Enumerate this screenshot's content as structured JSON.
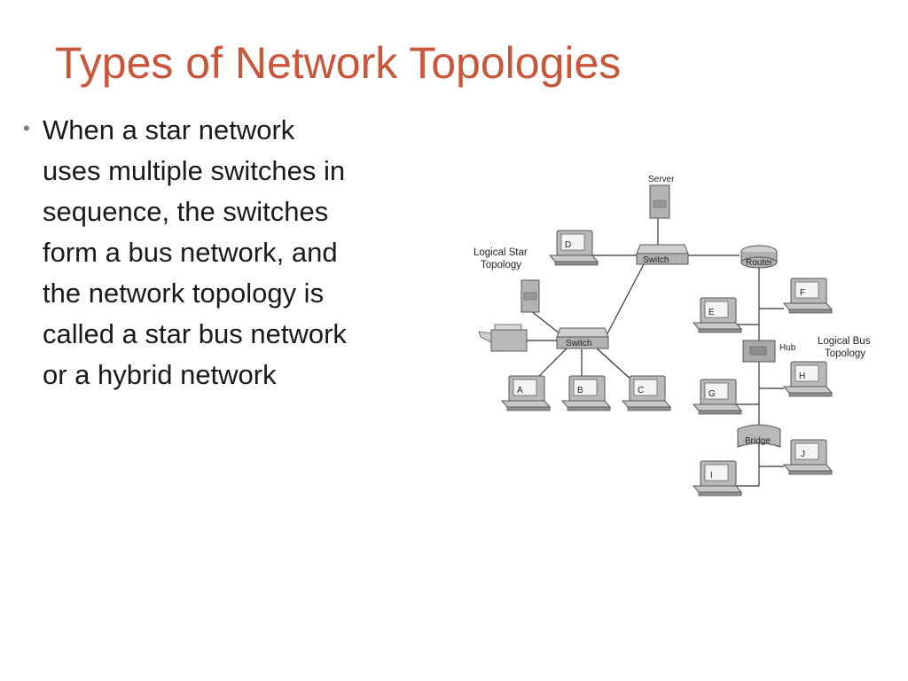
{
  "slide": {
    "title": "Types of Network Topologies",
    "bullet": {
      "marker": "•",
      "lines": [
        "When a star network",
        "uses multiple switches in",
        "sequence, the switches",
        "form a bus network, and",
        "the network topology is",
        "called a star bus network",
        "or a hybrid network"
      ]
    }
  },
  "diagram": {
    "server_label": "Server",
    "logical_star_label": [
      "Logical Star",
      "Topology"
    ],
    "logical_bus_label": [
      "Logical Bus",
      "Topology"
    ],
    "switch_top_label": "Switch",
    "switch_bottom_label": "Switch",
    "router_label": "Router",
    "hub_label": "Hub",
    "bridge_label": "Bridge",
    "pcs": {
      "a": "A",
      "b": "B",
      "c": "C",
      "d": "D",
      "e": "E",
      "f": "F",
      "g": "G",
      "h": "H",
      "i": "I",
      "j": "J"
    }
  }
}
